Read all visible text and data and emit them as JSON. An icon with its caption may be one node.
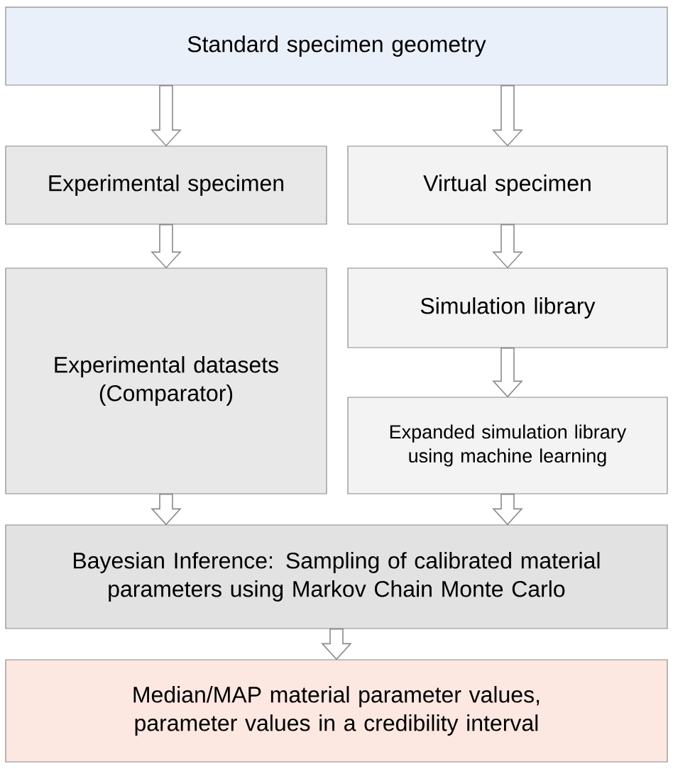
{
  "diagram": {
    "nodes": [
      {
        "text": [
          "Standard specimen geometry"
        ]
      },
      {
        "text": [
          "Experimental specimen"
        ]
      },
      {
        "text": [
          "Virtual specimen"
        ]
      },
      {
        "text": [
          "Experimental datasets (Comparator)"
        ]
      },
      {
        "text": [
          "Simulation library"
        ]
      },
      {
        "text": [
          "Expanded simulation library using machine learning"
        ]
      },
      {
        "text": [
          "Bayesian Inference: Sampling of calibrated material parameters using Markov Chain Monte Carlo"
        ]
      },
      {
        "text": [
          "Median/MAP material parameter values, parameter values in a credibility interval"
        ]
      }
    ],
    "edges": [
      {
        "from": 0,
        "to": 1,
        "arrow": "to"
      },
      {
        "from": 0,
        "to": 2,
        "arrow": "to"
      },
      {
        "from": 1,
        "to": 3,
        "arrow": "to"
      },
      {
        "from": 2,
        "to": 4,
        "arrow": "to"
      },
      {
        "from": 4,
        "to": 5,
        "arrow": "to"
      },
      {
        "from": 3,
        "to": 6,
        "arrow": "to"
      },
      {
        "from": 5,
        "to": 6,
        "arrow": "to"
      },
      {
        "from": 6,
        "to": 7,
        "arrow": "to"
      }
    ]
  }
}
